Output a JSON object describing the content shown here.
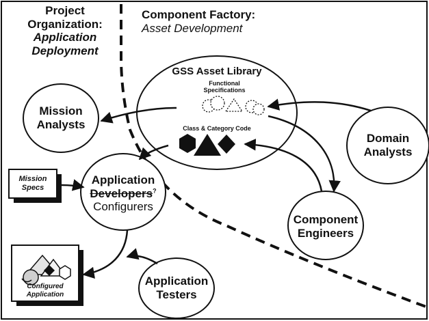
{
  "regions": {
    "left": {
      "title_line1": "Project",
      "title_line2": "Organization:",
      "subtitle_line1": "Application",
      "subtitle_line2": "Deployment"
    },
    "right": {
      "title": "Component Factory:",
      "subtitle": "Asset Development"
    }
  },
  "library": {
    "title": "GSS Asset Library",
    "functional_line1": "Functional",
    "functional_line2": "Specifications",
    "code_label": "Class & Category Code"
  },
  "roles": {
    "mission_analysts": {
      "line1": "Mission",
      "line2": "Analysts"
    },
    "domain_analysts": {
      "line1": "Domain",
      "line2": "Analysts"
    },
    "app_developers": {
      "line1": "Application",
      "line2": "Developers",
      "superscript": "?",
      "line3": "Configurers"
    },
    "component_engineers": {
      "line1": "Component",
      "line2": "Engineers"
    },
    "app_testers": {
      "line1": "Application",
      "line2": "Testers"
    }
  },
  "documents": {
    "mission_specs": {
      "line1": "Mission",
      "line2": "Specs"
    },
    "configured_app": {
      "line1": "Configured",
      "line2": "Application"
    }
  },
  "colors": {
    "ink": "#111111",
    "background": "#ffffff"
  }
}
